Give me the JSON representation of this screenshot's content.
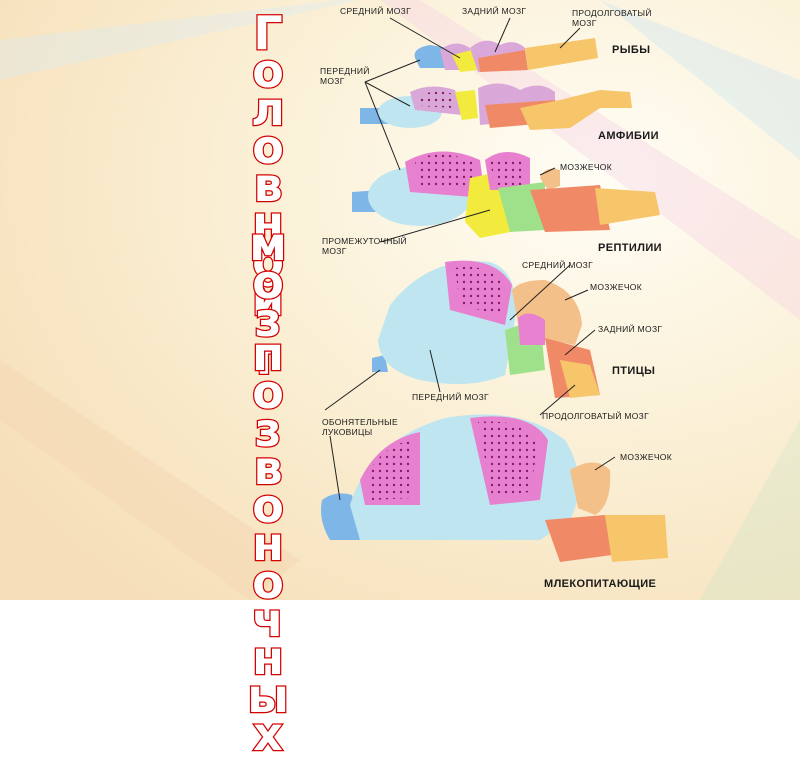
{
  "title_words": [
    "Головной",
    "мозг",
    "позвоночных"
  ],
  "classes": {
    "fish": "РЫБЫ",
    "amphibians": "АМФИБИИ",
    "reptiles": "РЕПТИЛИИ",
    "birds": "ПТИЦЫ",
    "mammals": "МЛЕКОПИТАЮЩИЕ"
  },
  "labels": {
    "midbrain_top": "СРЕДНИЙ МОЗГ",
    "hindbrain_top": "ЗАДНИЙ МОЗГ",
    "medulla_top": "ПРОДОЛГОВАТЫЙ\nМОЗГ",
    "forebrain_top": "ПЕРЕДНИЙ\nМОЗГ",
    "cerebellum_reptile": "МОЗЖЕЧОК",
    "diencephalon": "ПРОМЕЖУТОЧНЫЙ\nМОЗГ",
    "midbrain_bird": "СРЕДНИЙ МОЗГ",
    "cerebellum_bird": "МОЗЖЕЧОК",
    "hindbrain_bird": "ЗАДНИЙ МОЗГ",
    "forebrain_bird": "ПЕРЕДНИЙ МОЗГ",
    "medulla_bird": "ПРОДОЛГОВАТЫЙ МОЗГ",
    "olfactory_bulbs": "ОБОНЯТЕЛЬНЫЕ\nЛУКОВИЦЫ",
    "cerebellum_mammal": "МОЗЖЕЧОК"
  },
  "colors": {
    "forebrain": "#bfe6f0",
    "olfactory": "#7eb6e8",
    "diencephalon": "#f2ea3c",
    "midbrain": "#d9a8d8",
    "cerebellum": "#f4c08a",
    "hindbrain": "#f08a66",
    "medulla": "#f7c66a",
    "pallium": "#e880d0",
    "dots": "#8a1a6a"
  }
}
